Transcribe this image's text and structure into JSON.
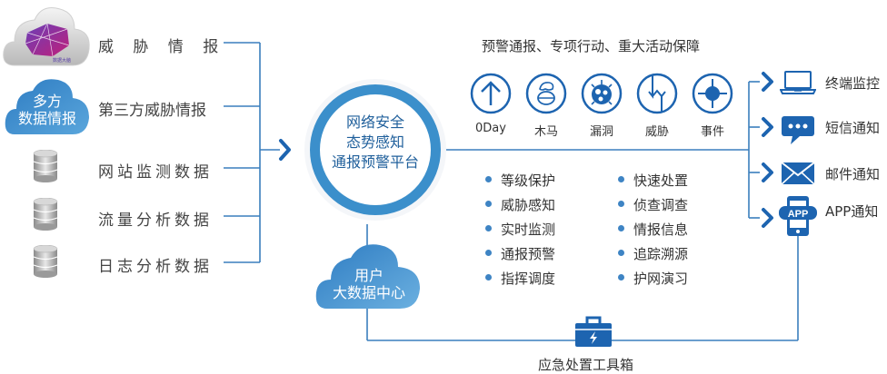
{
  "sources": {
    "threat_intel": {
      "label": "威 胁 情 报",
      "icon": "brain-network-cloud-icon"
    },
    "third_party": {
      "label": "第三方威胁情报",
      "cloud_text_line1": "多方",
      "cloud_text_line2": "数据情报"
    },
    "website": {
      "label": "网站监测数据",
      "icon": "database-icon"
    },
    "traffic": {
      "label": "流量分析数据",
      "icon": "database-icon"
    },
    "log": {
      "label": "日志分析数据",
      "icon": "database-icon"
    }
  },
  "hub": {
    "line1": "网络安全",
    "line2": "态势感知",
    "line3": "通报预警平台"
  },
  "user_cloud": {
    "line1": "用户",
    "line2": "大数据中心"
  },
  "top_title": "预警通报、专项行动、重大活动保障",
  "threats": [
    {
      "label": "0Day",
      "icon": "arrow-up-icon"
    },
    {
      "label": "木马",
      "icon": "trojan-horse-icon"
    },
    {
      "label": "漏洞",
      "icon": "bug-virus-icon"
    },
    {
      "label": "威胁",
      "icon": "threat-zigzag-icon"
    },
    {
      "label": "事件",
      "icon": "target-crosshair-icon"
    }
  ],
  "features_left": [
    "等级保护",
    "威胁感知",
    "实时监测",
    "通报预警",
    "指挥调度"
  ],
  "features_right": [
    "快速处置",
    "侦查调查",
    "情报信息",
    "追踪溯源",
    "护网演习"
  ],
  "outputs": [
    {
      "label": "终端监控",
      "icon": "laptop-icon"
    },
    {
      "label": "短信通知",
      "icon": "chat-bubble-icon"
    },
    {
      "label": "邮件通知",
      "icon": "envelope-icon"
    },
    {
      "label": "APP通知",
      "icon": "mobile-app-icon",
      "badge": "APP"
    }
  ],
  "toolbox": {
    "label": "应急处置工具箱",
    "icon": "toolbox-icon"
  },
  "colors": {
    "line": "#3a7fbd",
    "icon": "#1d64b0",
    "hub_ring": "#3b8fcb",
    "cloud": "#3a88c8"
  }
}
